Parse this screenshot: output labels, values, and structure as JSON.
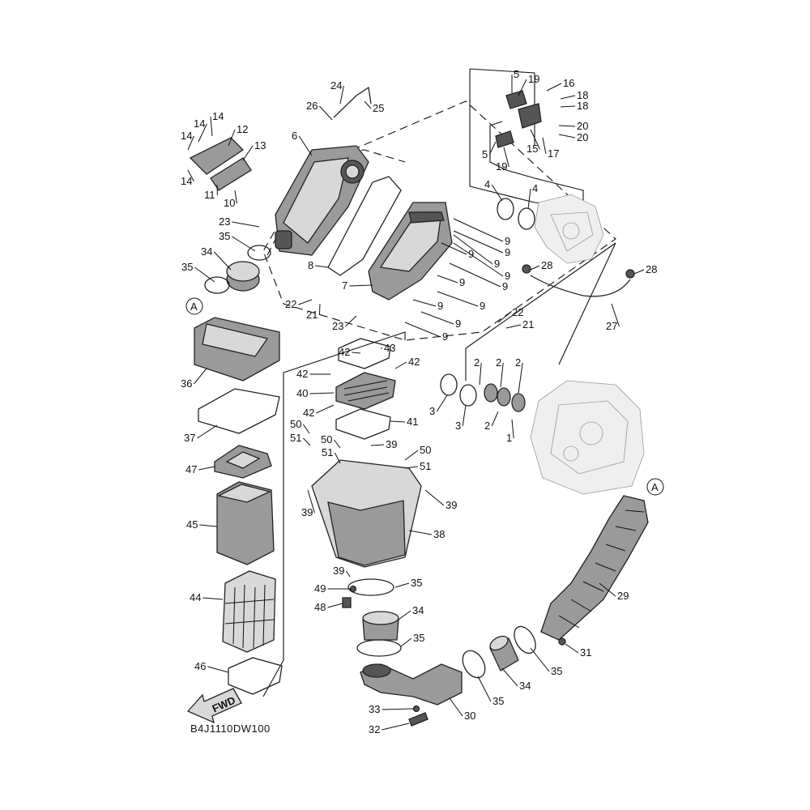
{
  "diagram": {
    "drawing_code": "B4J1110DW100",
    "fwd_label": "FWD",
    "ref_marker": "A",
    "callouts": [
      {
        "id": "c1",
        "text": "1"
      },
      {
        "id": "c2a",
        "text": "2"
      },
      {
        "id": "c2b",
        "text": "2"
      },
      {
        "id": "c2c",
        "text": "2"
      },
      {
        "id": "c2d",
        "text": "2"
      },
      {
        "id": "c3a",
        "text": "3"
      },
      {
        "id": "c3b",
        "text": "3"
      },
      {
        "id": "c4a",
        "text": "4"
      },
      {
        "id": "c4b",
        "text": "4"
      },
      {
        "id": "c5a",
        "text": "5"
      },
      {
        "id": "c5b",
        "text": "5"
      },
      {
        "id": "c6",
        "text": "6"
      },
      {
        "id": "c7",
        "text": "7"
      },
      {
        "id": "c8",
        "text": "8"
      },
      {
        "id": "c9a",
        "text": "9"
      },
      {
        "id": "c9b",
        "text": "9"
      },
      {
        "id": "c9c",
        "text": "9"
      },
      {
        "id": "c9d",
        "text": "9"
      },
      {
        "id": "c9e",
        "text": "9"
      },
      {
        "id": "c9f",
        "text": "9"
      },
      {
        "id": "c9g",
        "text": "9"
      },
      {
        "id": "c9h",
        "text": "9"
      },
      {
        "id": "c9i",
        "text": "9"
      },
      {
        "id": "c9j",
        "text": "9"
      },
      {
        "id": "c9k",
        "text": "9"
      },
      {
        "id": "c10",
        "text": "10"
      },
      {
        "id": "c11",
        "text": "11"
      },
      {
        "id": "c12",
        "text": "12"
      },
      {
        "id": "c13",
        "text": "13"
      },
      {
        "id": "c14a",
        "text": "14"
      },
      {
        "id": "c14b",
        "text": "14"
      },
      {
        "id": "c14c",
        "text": "14"
      },
      {
        "id": "c14d",
        "text": "14"
      },
      {
        "id": "c15",
        "text": "15"
      },
      {
        "id": "c16",
        "text": "16"
      },
      {
        "id": "c17",
        "text": "17"
      },
      {
        "id": "c18a",
        "text": "18"
      },
      {
        "id": "c18b",
        "text": "18"
      },
      {
        "id": "c19a",
        "text": "19"
      },
      {
        "id": "c19b",
        "text": "19"
      },
      {
        "id": "c20a",
        "text": "20"
      },
      {
        "id": "c20b",
        "text": "20"
      },
      {
        "id": "c21a",
        "text": "21"
      },
      {
        "id": "c21b",
        "text": "21"
      },
      {
        "id": "c22a",
        "text": "22"
      },
      {
        "id": "c22b",
        "text": "22"
      },
      {
        "id": "c23a",
        "text": "23"
      },
      {
        "id": "c23b",
        "text": "23"
      },
      {
        "id": "c24",
        "text": "24"
      },
      {
        "id": "c25",
        "text": "25"
      },
      {
        "id": "c26",
        "text": "26"
      },
      {
        "id": "c27",
        "text": "27"
      },
      {
        "id": "c28a",
        "text": "28"
      },
      {
        "id": "c28b",
        "text": "28"
      },
      {
        "id": "c29",
        "text": "29"
      },
      {
        "id": "c30",
        "text": "30"
      },
      {
        "id": "c31",
        "text": "31"
      },
      {
        "id": "c32",
        "text": "32"
      },
      {
        "id": "c33",
        "text": "33"
      },
      {
        "id": "c34a",
        "text": "34"
      },
      {
        "id": "c34b",
        "text": "34"
      },
      {
        "id": "c34c",
        "text": "34"
      },
      {
        "id": "c35a",
        "text": "35"
      },
      {
        "id": "c35b",
        "text": "35"
      },
      {
        "id": "c35c",
        "text": "35"
      },
      {
        "id": "c35d",
        "text": "35"
      },
      {
        "id": "c35e",
        "text": "35"
      },
      {
        "id": "c35f",
        "text": "35"
      },
      {
        "id": "c36",
        "text": "36"
      },
      {
        "id": "c37",
        "text": "37"
      },
      {
        "id": "c38",
        "text": "38"
      },
      {
        "id": "c39a",
        "text": "39"
      },
      {
        "id": "c39b",
        "text": "39"
      },
      {
        "id": "c39c",
        "text": "39"
      },
      {
        "id": "c39d",
        "text": "39"
      },
      {
        "id": "c40",
        "text": "40"
      },
      {
        "id": "c41",
        "text": "41"
      },
      {
        "id": "c42a",
        "text": "42"
      },
      {
        "id": "c42b",
        "text": "42"
      },
      {
        "id": "c42c",
        "text": "42"
      },
      {
        "id": "c42d",
        "text": "42"
      },
      {
        "id": "c43",
        "text": "43"
      },
      {
        "id": "c44",
        "text": "44"
      },
      {
        "id": "c45",
        "text": "45"
      },
      {
        "id": "c46",
        "text": "46"
      },
      {
        "id": "c47",
        "text": "47"
      },
      {
        "id": "c48",
        "text": "48"
      },
      {
        "id": "c49",
        "text": "49"
      },
      {
        "id": "c50a",
        "text": "50"
      },
      {
        "id": "c50b",
        "text": "50"
      },
      {
        "id": "c50c",
        "text": "50"
      },
      {
        "id": "c51a",
        "text": "51"
      },
      {
        "id": "c51b",
        "text": "51"
      },
      {
        "id": "c51c",
        "text": "51"
      }
    ]
  }
}
